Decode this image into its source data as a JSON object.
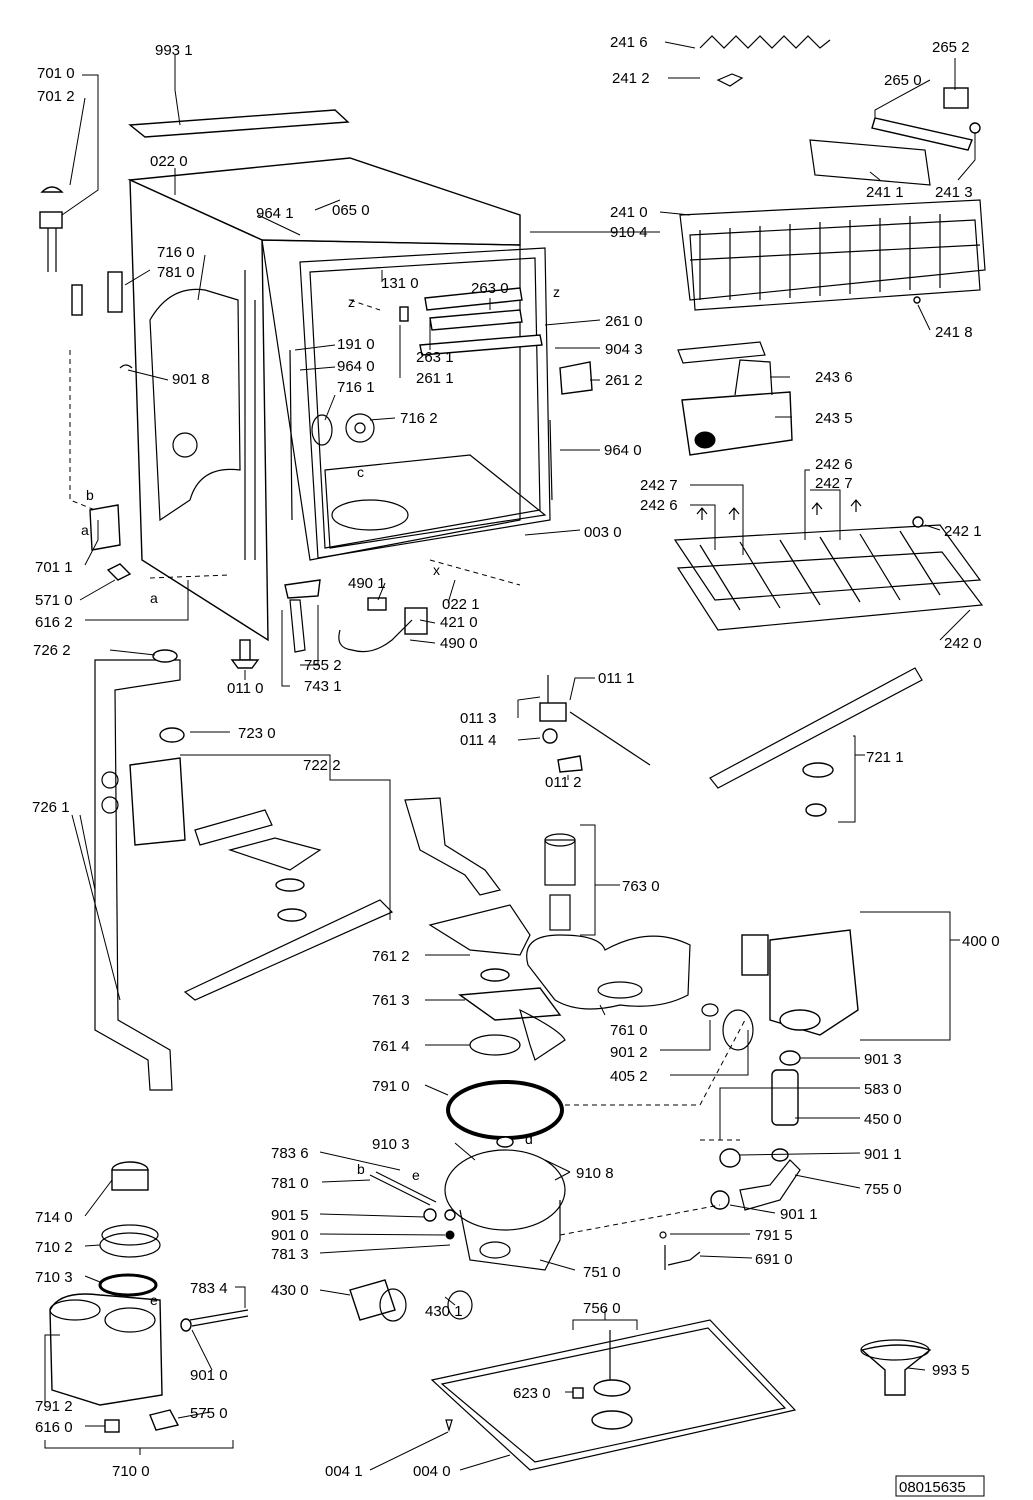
{
  "diagram": {
    "code": "08015635",
    "labels": [
      {
        "id": "993_1",
        "text": "993 1"
      },
      {
        "id": "701_0",
        "text": "701 0"
      },
      {
        "id": "701_2",
        "text": "701 2"
      },
      {
        "id": "022_0",
        "text": "022 0"
      },
      {
        "id": "964_1",
        "text": "964 1"
      },
      {
        "id": "065_0",
        "text": "065 0"
      },
      {
        "id": "716_0",
        "text": "716 0"
      },
      {
        "id": "781_0a",
        "text": "781 0"
      },
      {
        "id": "131_0",
        "text": "131 0"
      },
      {
        "id": "263_0",
        "text": "263 0"
      },
      {
        "id": "191_0",
        "text": "191 0"
      },
      {
        "id": "964_0a",
        "text": "964 0"
      },
      {
        "id": "901_8",
        "text": "901 8"
      },
      {
        "id": "263_1",
        "text": "263 1"
      },
      {
        "id": "261_1",
        "text": "261 1"
      },
      {
        "id": "261_0",
        "text": "261 0"
      },
      {
        "id": "904_3",
        "text": "904 3"
      },
      {
        "id": "261_2",
        "text": "261 2"
      },
      {
        "id": "716_1",
        "text": "716 1"
      },
      {
        "id": "716_2",
        "text": "716 2"
      },
      {
        "id": "964_0b",
        "text": "964 0"
      },
      {
        "id": "003_0",
        "text": "003 0"
      },
      {
        "id": "701_1",
        "text": "701 1"
      },
      {
        "id": "571_0",
        "text": "571 0"
      },
      {
        "id": "616_2",
        "text": "616 2"
      },
      {
        "id": "490_1",
        "text": "490 1"
      },
      {
        "id": "022_1",
        "text": "022 1"
      },
      {
        "id": "421_0",
        "text": "421 0"
      },
      {
        "id": "490_0",
        "text": "490 0"
      },
      {
        "id": "755_2",
        "text": "755 2"
      },
      {
        "id": "743_1",
        "text": "743 1"
      },
      {
        "id": "726_2",
        "text": "726 2"
      },
      {
        "id": "011_0",
        "text": "011 0"
      },
      {
        "id": "241_6",
        "text": "241 6"
      },
      {
        "id": "241_2",
        "text": "241 2"
      },
      {
        "id": "265_2",
        "text": "265 2"
      },
      {
        "id": "265_0",
        "text": "265 0"
      },
      {
        "id": "241_1",
        "text": "241 1"
      },
      {
        "id": "241_3",
        "text": "241 3"
      },
      {
        "id": "241_0",
        "text": "241 0"
      },
      {
        "id": "910_4",
        "text": "910 4"
      },
      {
        "id": "241_8",
        "text": "241 8"
      },
      {
        "id": "243_6",
        "text": "243 6"
      },
      {
        "id": "243_5",
        "text": "243 5"
      },
      {
        "id": "242_7a",
        "text": "242 7"
      },
      {
        "id": "242_6a",
        "text": "242 6"
      },
      {
        "id": "242_6b",
        "text": "242 6"
      },
      {
        "id": "242_7b",
        "text": "242 7"
      },
      {
        "id": "242_1",
        "text": "242 1"
      },
      {
        "id": "242_0",
        "text": "242 0"
      },
      {
        "id": "011_1",
        "text": "011 1"
      },
      {
        "id": "011_3",
        "text": "011 3"
      },
      {
        "id": "011_4",
        "text": "011 4"
      },
      {
        "id": "011_2",
        "text": "011 2"
      },
      {
        "id": "721_1",
        "text": "721 1"
      },
      {
        "id": "723_0",
        "text": "723 0"
      },
      {
        "id": "722_2",
        "text": "722 2"
      },
      {
        "id": "726_1",
        "text": "726 1"
      },
      {
        "id": "763_0",
        "text": "763 0"
      },
      {
        "id": "400_0",
        "text": "400 0"
      },
      {
        "id": "761_2",
        "text": "761 2"
      },
      {
        "id": "761_3",
        "text": "761 3"
      },
      {
        "id": "761_0",
        "text": "761 0"
      },
      {
        "id": "901_2",
        "text": "901 2"
      },
      {
        "id": "761_4",
        "text": "761 4"
      },
      {
        "id": "405_2",
        "text": "405 2"
      },
      {
        "id": "901_3",
        "text": "901 3"
      },
      {
        "id": "791_0",
        "text": "791 0"
      },
      {
        "id": "583_0",
        "text": "583 0"
      },
      {
        "id": "450_0",
        "text": "450 0"
      },
      {
        "id": "783_6",
        "text": "783 6"
      },
      {
        "id": "910_3",
        "text": "910 3"
      },
      {
        "id": "910_8",
        "text": "910 8"
      },
      {
        "id": "901_1a",
        "text": "901 1"
      },
      {
        "id": "781_0b",
        "text": "781 0"
      },
      {
        "id": "755_0",
        "text": "755 0"
      },
      {
        "id": "714_0",
        "text": "714 0"
      },
      {
        "id": "901_5",
        "text": "901 5"
      },
      {
        "id": "901_1b",
        "text": "901 1"
      },
      {
        "id": "901_0a",
        "text": "901 0"
      },
      {
        "id": "791_5",
        "text": "791 5"
      },
      {
        "id": "710_2",
        "text": "710 2"
      },
      {
        "id": "781_3",
        "text": "781 3"
      },
      {
        "id": "691_0",
        "text": "691 0"
      },
      {
        "id": "751_0",
        "text": "751 0"
      },
      {
        "id": "710_3",
        "text": "710 3"
      },
      {
        "id": "783_4",
        "text": "783 4"
      },
      {
        "id": "430_0",
        "text": "430 0"
      },
      {
        "id": "430_1",
        "text": "430 1"
      },
      {
        "id": "756_0",
        "text": "756 0"
      },
      {
        "id": "901_0b",
        "text": "901 0"
      },
      {
        "id": "623_0",
        "text": "623 0"
      },
      {
        "id": "993_5",
        "text": "993 5"
      },
      {
        "id": "791_2",
        "text": "791 2"
      },
      {
        "id": "575_0",
        "text": "575 0"
      },
      {
        "id": "616_0",
        "text": "616 0"
      },
      {
        "id": "004_1",
        "text": "004 1"
      },
      {
        "id": "004_0",
        "text": "004 0"
      },
      {
        "id": "710_0",
        "text": "710 0"
      }
    ],
    "refs": [
      {
        "id": "z1",
        "text": "z"
      },
      {
        "id": "z2",
        "text": "z"
      },
      {
        "id": "c",
        "text": "c"
      },
      {
        "id": "b1",
        "text": "b"
      },
      {
        "id": "a1",
        "text": "a"
      },
      {
        "id": "a2",
        "text": "a"
      },
      {
        "id": "x",
        "text": "x"
      },
      {
        "id": "b2",
        "text": "b"
      },
      {
        "id": "e1",
        "text": "e"
      },
      {
        "id": "d",
        "text": "d"
      },
      {
        "id": "e2",
        "text": "e"
      }
    ]
  }
}
